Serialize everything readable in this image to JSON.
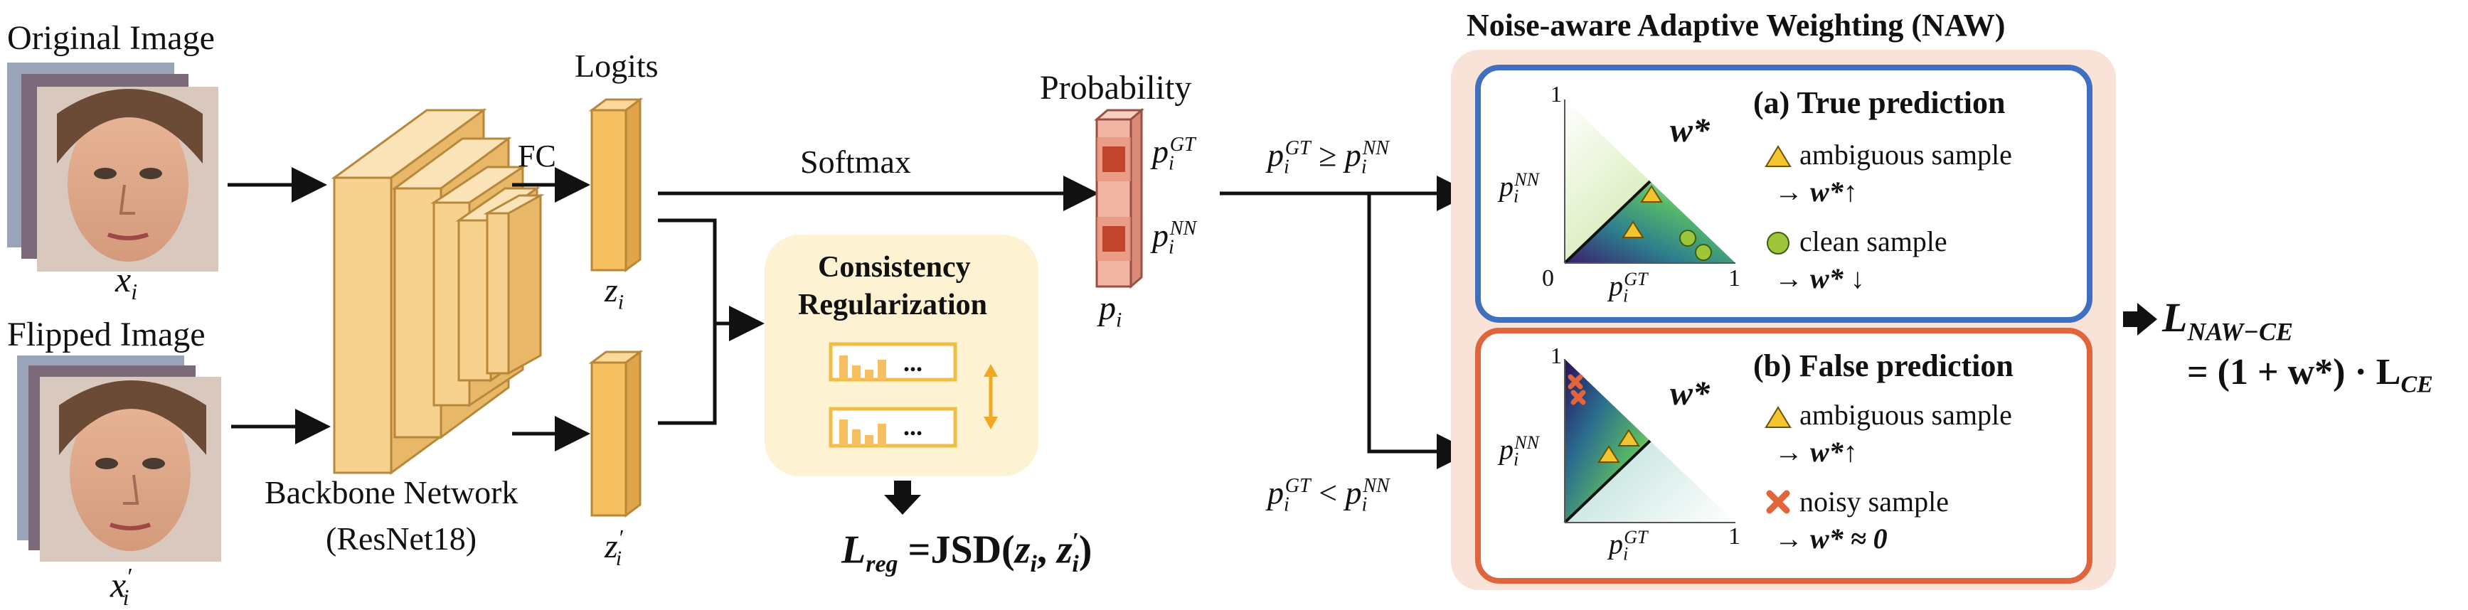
{
  "input": {
    "original_label": "Original Image",
    "flipped_label": "Flipped Image",
    "x_orig": "x",
    "x_orig_sub": "i",
    "x_flip": "x",
    "x_flip_sub": "i",
    "x_flip_prime": "′"
  },
  "backbone": {
    "name": "Backbone Network",
    "sub": "(ResNet18)"
  },
  "head": {
    "fc": "FC",
    "logits": "Logits",
    "z": "z",
    "z_sub": "i",
    "z_prime": "′",
    "softmax": "Softmax",
    "probability": "Probability",
    "p": "p",
    "p_sub": "i",
    "pgt_base": "p",
    "pgt_sub": "i",
    "pgt_sup": "GT",
    "pnn_base": "p",
    "pnn_sub": "i",
    "pnn_sup": "NN"
  },
  "consistency": {
    "title_line1": "Consistency",
    "title_line2": "Regularization",
    "dots": "...",
    "loss_L": "L",
    "loss_sub": "reg",
    "loss_eq": " =JSD(",
    "loss_z": "z",
    "loss_z_sub": "i",
    "loss_comma": ", ",
    "loss_z2": "z",
    "loss_z2_sub": "i",
    "loss_z2_prime": "′",
    "loss_close": ")"
  },
  "conditions": {
    "ge_left": "p",
    "ge_left_sub": "i",
    "ge_left_sup": "GT",
    "ge_op": " ≥ ",
    "ge_right": "p",
    "ge_right_sub": "i",
    "ge_right_sup": "NN",
    "lt_left": "p",
    "lt_left_sub": "i",
    "lt_left_sup": "GT",
    "lt_op": " < ",
    "lt_right": "p",
    "lt_right_sub": "i",
    "lt_right_sup": "NN"
  },
  "naw": {
    "title": "Noise-aware Adaptive Weighting (NAW)",
    "w_star": "w*",
    "axis_one": "1",
    "axis_zero": "0",
    "true_panel": {
      "title": "(a) True prediction",
      "item1": "ambiguous sample",
      "item1_arrow": "→ w*↑",
      "item2": "clean sample",
      "item2_arrow": "→ w* ↓"
    },
    "false_panel": {
      "title": "(b) False prediction",
      "item1": "ambiguous sample",
      "item1_arrow": "→ w*↑",
      "item2": "noisy sample",
      "item2_arrow": "→ w* ≈ 0"
    }
  },
  "result": {
    "arrow": "➡",
    "L": "L",
    "sub": "NAW−CE",
    "eq_line": "= (1 + w*) · L",
    "eq_sub": "CE"
  },
  "colors": {
    "cube_fill": "#f7d28e",
    "cube_stroke": "#b8883a",
    "logit_fill": "#f6c060",
    "consistency_bg": "#fdf2d2",
    "naw_bg": "#f9e2d8",
    "true_border": "#3f6fc0",
    "false_border": "#e0653c",
    "prob_fill": "#f2b5a3",
    "prob_dark": "#c0452a"
  }
}
